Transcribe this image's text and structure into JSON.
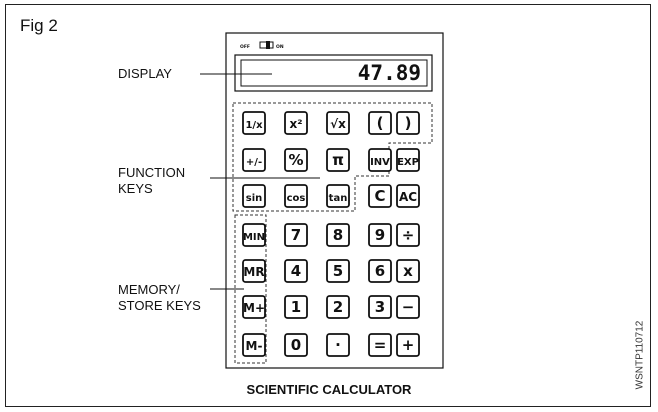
{
  "figure": {
    "label": "Fig 2",
    "caption": "SCIENTIFIC CALCULATOR",
    "watermark": "WSNTP110712"
  },
  "callouts": {
    "display": "DISPLAY",
    "function_keys": "FUNCTION\nKEYS",
    "memory_keys": "MEMORY/\nSTORE KEYS"
  },
  "calculator": {
    "switch": {
      "off_label": "OFF",
      "on_label": "ON"
    },
    "display_value": "47.89",
    "keys": [
      [
        "1/x",
        "x²",
        "√x",
        "(",
        ")"
      ],
      [
        "+/-",
        "%",
        "π",
        "INV",
        "EXP"
      ],
      [
        "sin",
        "cos",
        "tan",
        "C",
        "AC"
      ],
      [
        "MIN",
        "7",
        "8",
        "9",
        "÷"
      ],
      [
        "MR",
        "4",
        "5",
        "6",
        "x"
      ],
      [
        "M+",
        "1",
        "2",
        "3",
        "−"
      ],
      [
        "M-",
        "0",
        "·",
        "=",
        "+"
      ]
    ]
  }
}
